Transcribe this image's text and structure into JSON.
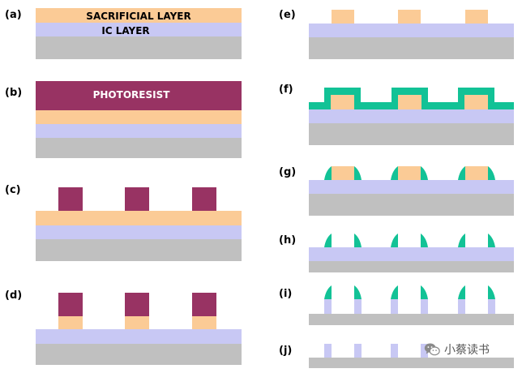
{
  "panels": [
    {
      "id": "a",
      "label": "(a)"
    },
    {
      "id": "b",
      "label": "(b)"
    },
    {
      "id": "c",
      "label": "(c)"
    },
    {
      "id": "d",
      "label": "(d)"
    },
    {
      "id": "e",
      "label": "(e)"
    },
    {
      "id": "f",
      "label": "(f)"
    },
    {
      "id": "g",
      "label": "(g)"
    },
    {
      "id": "h",
      "label": "(h)"
    },
    {
      "id": "i",
      "label": "(i)"
    },
    {
      "id": "j",
      "label": "(j)"
    }
  ],
  "layers": {
    "sacrificial": "SACRIFICIAL LAYER",
    "ic": "IC LAYER",
    "photoresist": "PHOTORESIST"
  },
  "colors": {
    "sacrificial": "#FBCB96",
    "ic": "#C8C8F4",
    "substrate": "#C0C0C0",
    "photoresist": "#983363",
    "spacer": "#12C296"
  },
  "watermark": {
    "text": "小蔡读书",
    "icon": "wechat-icon"
  }
}
